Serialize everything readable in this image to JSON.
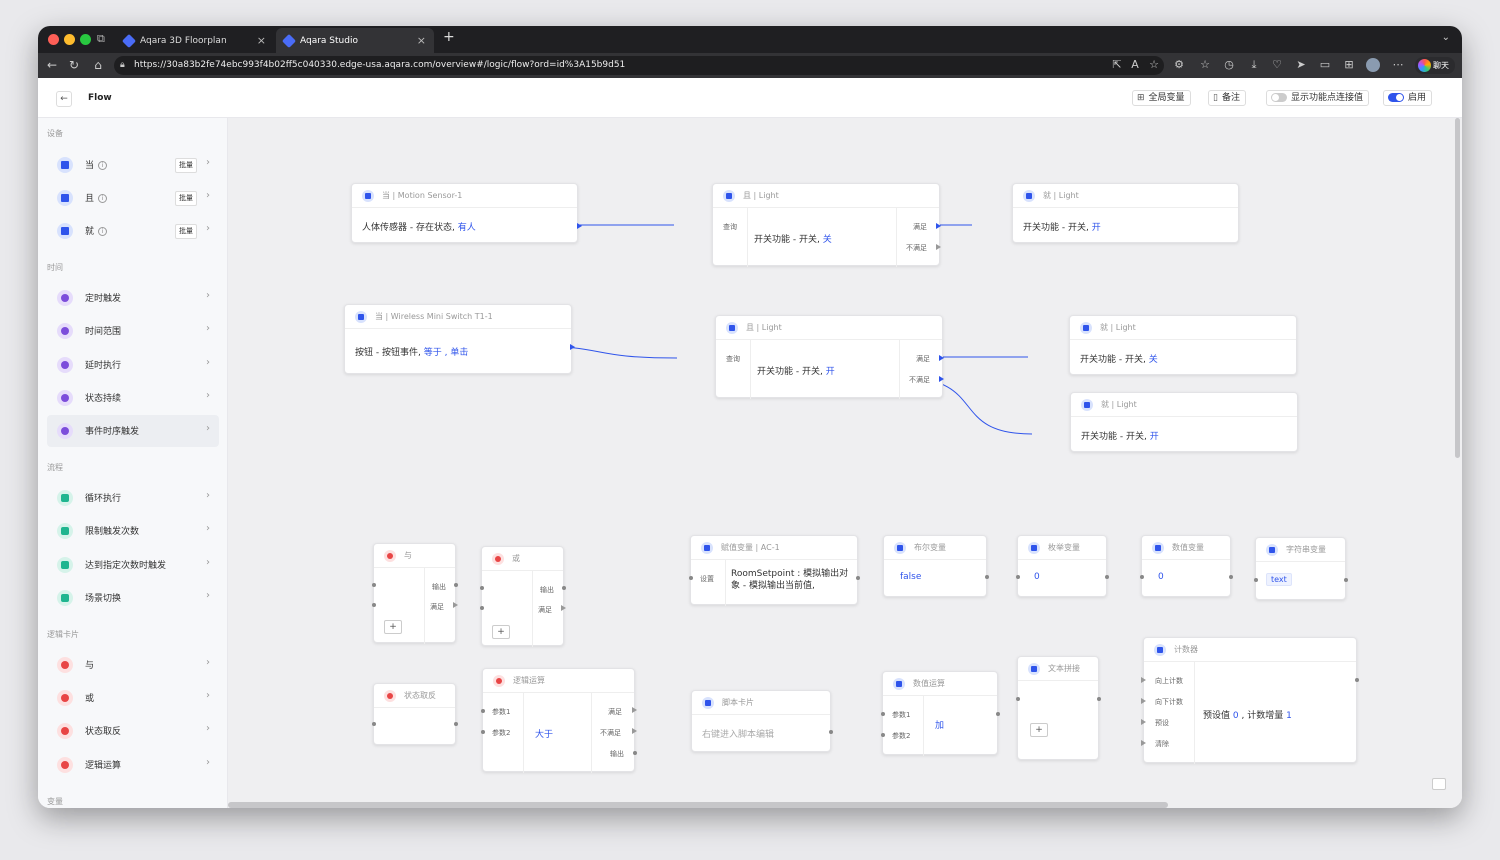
{
  "browser": {
    "tabs": [
      {
        "label": "Aqara 3D Floorplan",
        "close": "×"
      },
      {
        "label": "Aqara Studio",
        "close": "×"
      }
    ],
    "new_tab": "+",
    "url": "https://30a83b2fe74ebc993f4b02ff5c040330.edge-usa.aqara.com/overview#/logic/flow?ord=id%3A15b9d51",
    "chat_label": "聊天"
  },
  "header": {
    "back": "←",
    "title": "Flow",
    "global_vars": "全局变量",
    "notes": "备注",
    "show_values": "显示功能点连接值",
    "enable": "启用"
  },
  "sidebar": {
    "sections": {
      "device": "设备",
      "time": "时间",
      "flow": "流程",
      "logic": "逻辑卡片",
      "vars": "变量"
    },
    "batch": "批量",
    "device_items": [
      "当",
      "且",
      "就"
    ],
    "time_items": [
      "定时触发",
      "时间范围",
      "延时执行",
      "状态持续",
      "事件时序触发"
    ],
    "flow_items": [
      "循环执行",
      "限制触发次数",
      "达到指定次数时触发",
      "场景切换"
    ],
    "logic_items": [
      "与",
      "或",
      "状态取反",
      "逻辑运算"
    ]
  },
  "nodes": {
    "n1": {
      "head": "当 | Motion Sensor-1",
      "text": "人体传感器 - 存在状态,",
      "val": "有人"
    },
    "n2": {
      "head": "且 | Light",
      "query": "查询",
      "text": "开关功能 - 开关,",
      "val": "关",
      "yes": "满足",
      "no": "不满足"
    },
    "n3": {
      "head": "就 | Light",
      "text": "开关功能 - 开关,",
      "val": "开"
    },
    "n4": {
      "head": "当 | Wireless Mini Switch T1-1",
      "text": "按钮 - 按钮事件,",
      "val1": "等于",
      "sep": ",",
      "val2": "单击"
    },
    "n5": {
      "head": "且 | Light",
      "query": "查询",
      "text": "开关功能 - 开关,",
      "val": "开",
      "yes": "满足",
      "no": "不满足"
    },
    "n6": {
      "head": "就 | Light",
      "text": "开关功能 - 开关,",
      "val": "关"
    },
    "n7": {
      "head": "就 | Light",
      "text": "开关功能 - 开关,",
      "val": "开"
    },
    "and": {
      "head": "与",
      "out": "输出",
      "ok": "满足",
      "plus": "+"
    },
    "or": {
      "head": "或",
      "out": "输出",
      "ok": "满足",
      "plus": "+"
    },
    "not": {
      "head": "状态取反"
    },
    "logic_op": {
      "head": "逻辑运算",
      "p1": "参数1",
      "p2": "参数2",
      "op": "大于",
      "yes": "满足",
      "no": "不满足",
      "out": "输出"
    },
    "assign": {
      "head": "赋值变量 | AC-1",
      "set": "设置",
      "text1": "RoomSetpoint : 模拟输出对",
      "text2": "象 - 模拟输出当前值,"
    },
    "script": {
      "head": "脚本卡片",
      "hint": "右键进入脚本编辑"
    },
    "bool_var": {
      "head": "布尔变量",
      "val": "false"
    },
    "math": {
      "head": "数值运算",
      "p1": "参数1",
      "p2": "参数2",
      "op": "加"
    },
    "enum_var": {
      "head": "枚举变量",
      "val": "0"
    },
    "concat": {
      "head": "文本拼接",
      "plus": "+"
    },
    "num_var": {
      "head": "数值变量",
      "val": "0"
    },
    "str_var": {
      "head": "字符串变量",
      "val": "text"
    },
    "counter": {
      "head": "计数器",
      "up": "向上计数",
      "down": "向下计数",
      "preset": "预设",
      "clear": "清除",
      "t1": "预设值",
      "v1": "0",
      "t2": ", 计数增量",
      "v2": "1"
    }
  }
}
